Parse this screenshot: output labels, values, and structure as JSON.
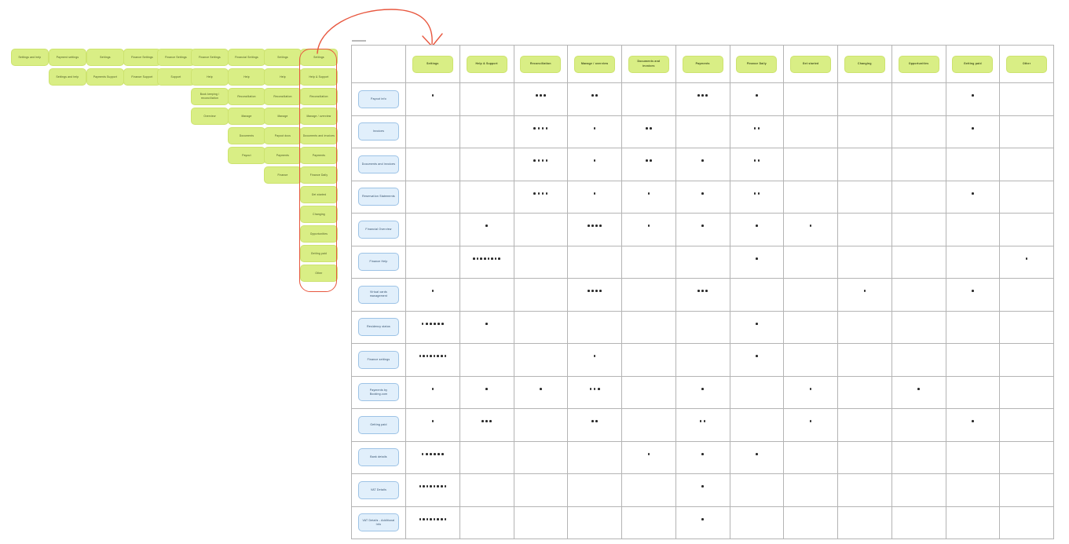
{
  "card_sort": {
    "columns": [
      {
        "id": "col-1",
        "cards": [
          "Settings and help"
        ]
      },
      {
        "id": "col-2",
        "cards": [
          "Payment settings",
          "Settings and help"
        ]
      },
      {
        "id": "col-3",
        "cards": [
          "Settings",
          "Payments Support"
        ]
      },
      {
        "id": "col-4",
        "cards": [
          "Finance Settings",
          "Finance Support"
        ]
      },
      {
        "id": "col-5",
        "cards": [
          "Finance Settings",
          "Support"
        ]
      },
      {
        "id": "col-6",
        "cards": [
          "Finance Settings",
          "Help",
          "Book keeping / reconciliation",
          "Overview"
        ]
      },
      {
        "id": "col-7",
        "cards": [
          "Financial Settings",
          "Help",
          "Reconciliation",
          "Manage",
          "Documents",
          "Payout"
        ]
      },
      {
        "id": "col-8",
        "cards": [
          "Settings",
          "Help",
          "Reconciliation",
          "Manage",
          "Payout docs",
          "Payments",
          "Finance"
        ]
      },
      {
        "id": "col-9",
        "cards": [
          "Settings",
          "Help & Support",
          "Reconciliation",
          "Manage / overview",
          "Documents and invoices",
          "Payments",
          "Finance Daily",
          "Get started",
          "Changing",
          "Opportunities",
          "Getting paid",
          "Other"
        ]
      }
    ],
    "highlight_color": "#e8573f",
    "card_color": "#d9ee85"
  },
  "annotation": {
    "arrow_color": "#e8573f",
    "type": "curved-arrow"
  },
  "matrix": {
    "columns": [
      "Settings",
      "Help & Support",
      "Reconciliation",
      "Manage / overview",
      "Documents and invoices",
      "Payments",
      "Finance Daily",
      "Get started",
      "Changing",
      "Opportunities",
      "Getting paid",
      "Other"
    ],
    "rows": [
      "Payout info",
      "Invoices",
      "Documents and invoices",
      "Reservation Statements",
      "Financial Overview",
      "Finance Help",
      "Virtual cards management",
      "Residency status",
      "Finance settings",
      "Payments by Booking.com",
      "Getting paid",
      "Bank details",
      "VAT Details",
      "VAT Details - Additional Info"
    ],
    "counts": [
      [
        1,
        0,
        3,
        2,
        0,
        3,
        1,
        0,
        0,
        0,
        1,
        0
      ],
      [
        0,
        0,
        4,
        1,
        2,
        0,
        2,
        0,
        0,
        0,
        1,
        0
      ],
      [
        0,
        0,
        4,
        1,
        2,
        1,
        2,
        0,
        0,
        0,
        0,
        0
      ],
      [
        0,
        0,
        4,
        1,
        1,
        1,
        2,
        0,
        0,
        0,
        1,
        0
      ],
      [
        0,
        1,
        0,
        4,
        1,
        1,
        1,
        1,
        0,
        0,
        0,
        0
      ],
      [
        0,
        8,
        0,
        0,
        0,
        0,
        1,
        0,
        0,
        0,
        0,
        1
      ],
      [
        1,
        0,
        0,
        4,
        0,
        3,
        0,
        0,
        1,
        0,
        1,
        0
      ],
      [
        6,
        1,
        0,
        0,
        0,
        0,
        1,
        0,
        0,
        0,
        0,
        0
      ],
      [
        8,
        0,
        0,
        1,
        0,
        0,
        1,
        0,
        0,
        0,
        0,
        0
      ],
      [
        1,
        1,
        1,
        3,
        0,
        1,
        0,
        1,
        0,
        1,
        0,
        0
      ],
      [
        1,
        3,
        0,
        2,
        0,
        2,
        0,
        1,
        0,
        0,
        1,
        0
      ],
      [
        6,
        0,
        0,
        0,
        1,
        1,
        1,
        0,
        0,
        0,
        0,
        0
      ],
      [
        8,
        0,
        0,
        0,
        0,
        1,
        0,
        0,
        0,
        0,
        0,
        0
      ],
      [
        8,
        0,
        0,
        0,
        0,
        1,
        0,
        0,
        0,
        0,
        0,
        0
      ]
    ],
    "column_chip_color": "#d9ee85",
    "row_chip_color": "#e1effb",
    "dot_color": "#2b2b2b"
  }
}
